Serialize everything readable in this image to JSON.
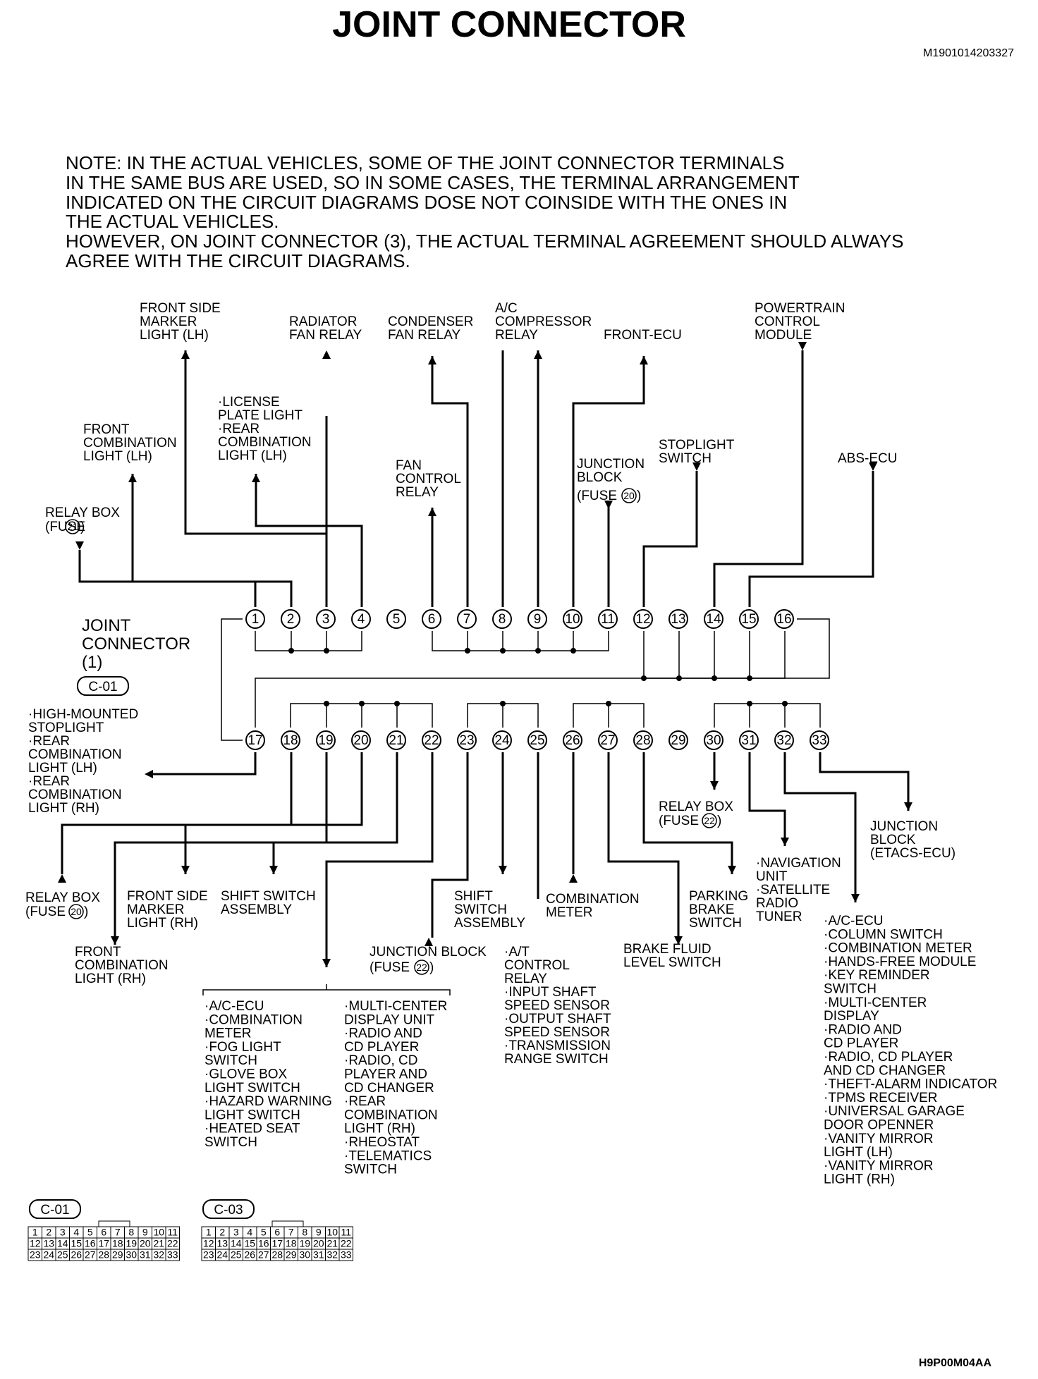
{
  "title": "JOINT CONNECTOR",
  "doc_code": "M1901014203327",
  "footer_code": "H9P00M04AA",
  "note_lines": [
    "NOTE:    IN THE ACTUAL VEHICLES, SOME OF THE JOINT CONNECTOR TERMINALS",
    "IN THE SAME BUS ARE USED, SO IN SOME CASES, THE TERMINAL ARRANGEMENT",
    "INDICATED ON THE CIRCUIT DIAGRAMS DOSE NOT COINSIDE WITH THE ONES IN",
    "THE ACTUAL VEHICLES.",
    "HOWEVER, ON JOINT CONNECTOR (3), THE ACTUAL TERMINAL AGREEMENT SHOULD ALWAYS",
    "AGREE WITH THE CIRCUIT DIAGRAMS."
  ],
  "joint_label": [
    "JOINT",
    "CONNECTOR",
    "(1)"
  ],
  "connector_tag": "C-01",
  "top_pins": [
    "1",
    "2",
    "3",
    "4",
    "5",
    "6",
    "7",
    "8",
    "9",
    "10",
    "11",
    "12",
    "13",
    "14",
    "15",
    "16"
  ],
  "bottom_pins": [
    "17",
    "18",
    "19",
    "20",
    "21",
    "22",
    "23",
    "24",
    "25",
    "26",
    "27",
    "28",
    "29",
    "30",
    "31",
    "32",
    "33"
  ],
  "labels": {
    "front_side_marker_lh": [
      "FRONT SIDE",
      "MARKER",
      "LIGHT (LH)"
    ],
    "radiator_fan_relay": [
      "RADIATOR",
      "FAN RELAY"
    ],
    "condenser_fan_relay": [
      "CONDENSER",
      "FAN RELAY"
    ],
    "ac_compressor_relay": [
      "A/C",
      "COMPRESSOR",
      "RELAY"
    ],
    "front_ecu": [
      "FRONT-ECU"
    ],
    "pcm": [
      "POWERTRAIN",
      "CONTROL",
      "MODULE"
    ],
    "license_plate": [
      "·LICENSE",
      " PLATE LIGHT",
      "·REAR",
      " COMBINATION",
      " LIGHT (LH)"
    ],
    "front_comb_lh": [
      "FRONT",
      "COMBINATION",
      "LIGHT (LH)"
    ],
    "relay_box_21": [
      "RELAY BOX",
      "(FUSE",
      "21",
      ")"
    ],
    "fan_control_relay": [
      "FAN",
      "CONTROL",
      "RELAY"
    ],
    "junction_block_20": [
      "JUNCTION",
      "BLOCK",
      "(FUSE",
      "20",
      ")"
    ],
    "stoplight_switch": [
      "STOPLIGHT",
      "SWITCH"
    ],
    "abs_ecu": [
      "ABS-ECU"
    ],
    "high_mounted": [
      "·HIGH-MOUNTED",
      " STOPLIGHT",
      "·REAR",
      " COMBINATION",
      " LIGHT (LH)",
      "·REAR",
      " COMBINATION",
      " LIGHT (RH)"
    ],
    "relay_box_20": [
      "RELAY BOX",
      "(FUSE",
      "20",
      ")"
    ],
    "front_side_marker_rh": [
      "FRONT SIDE",
      "MARKER",
      "LIGHT (RH)"
    ],
    "shift_switch_1": [
      "SHIFT SWITCH",
      "ASSEMBLY"
    ],
    "front_comb_rh": [
      "FRONT",
      "COMBINATION",
      "LIGHT (RH)"
    ],
    "junction_block_22": [
      "JUNCTION BLOCK",
      "(FUSE",
      "22",
      ")"
    ],
    "shift_switch_2": [
      "SHIFT",
      "SWITCH",
      "ASSEMBLY"
    ],
    "combination_meter": [
      "COMBINATION",
      "METER"
    ],
    "at_control": [
      "·A/T",
      " CONTROL",
      " RELAY",
      "·INPUT SHAFT",
      " SPEED SENSOR",
      "·OUTPUT SHAFT",
      " SPEED SENSOR",
      "·TRANSMISSION",
      " RANGE SWITCH"
    ],
    "brake_fluid": [
      "BRAKE FLUID",
      "LEVEL SWITCH"
    ],
    "parking_brake": [
      "PARKING",
      "BRAKE",
      "SWITCH"
    ],
    "relay_box_22": [
      "RELAY BOX",
      "(FUSE",
      "22",
      ")"
    ],
    "navigation": [
      "·NAVIGATION",
      " UNIT",
      "·SATELLITE",
      " RADIO",
      " TUNER"
    ],
    "junction_etacs": [
      "JUNCTION",
      "BLOCK",
      "(ETACS-ECU)"
    ],
    "group_left": [
      "·A/C-ECU",
      "·COMBINATION",
      " METER",
      "·FOG LIGHT",
      " SWITCH",
      "·GLOVE BOX",
      " LIGHT SWITCH",
      "·HAZARD WARNING",
      " LIGHT SWITCH",
      "·HEATED SEAT",
      " SWITCH"
    ],
    "group_right": [
      "·MULTI-CENTER",
      " DISPLAY UNIT",
      "·RADIO AND",
      " CD PLAYER",
      "·RADIO, CD",
      " PLAYER AND",
      " CD CHANGER",
      "·REAR",
      " COMBINATION",
      " LIGHT (RH)",
      "·RHEOSTAT",
      "·TELEMATICS",
      " SWITCH"
    ],
    "etacs_list": [
      "·A/C-ECU",
      "·COLUMN SWITCH",
      "·COMBINATION METER",
      "·HANDS-FREE MODULE",
      "·KEY REMINDER",
      " SWITCH",
      "·MULTI-CENTER",
      " DISPLAY",
      "·RADIO AND",
      " CD PLAYER",
      "·RADIO, CD PLAYER",
      " AND CD CHANGER",
      "·THEFT-ALARM INDICATOR",
      "·TPMS RECEIVER",
      "·UNIVERSAL GARAGE",
      " DOOR OPENNER",
      "·VANITY MIRROR",
      " LIGHT (LH)",
      "·VANITY MIRROR",
      " LIGHT (RH)"
    ]
  },
  "face_views": [
    {
      "tag": "C-01",
      "rows": [
        [
          "1",
          "2",
          "3",
          "4",
          "5",
          "6",
          "7",
          "8",
          "9",
          "10",
          "11"
        ],
        [
          "12",
          "13",
          "14",
          "15",
          "16",
          "17",
          "18",
          "19",
          "20",
          "21",
          "22"
        ],
        [
          "23",
          "24",
          "25",
          "26",
          "27",
          "28",
          "29",
          "30",
          "31",
          "32",
          "33"
        ]
      ]
    },
    {
      "tag": "C-03",
      "rows": [
        [
          "1",
          "2",
          "3",
          "4",
          "5",
          "6",
          "7",
          "8",
          "9",
          "10",
          "11"
        ],
        [
          "12",
          "13",
          "14",
          "15",
          "16",
          "17",
          "18",
          "19",
          "20",
          "21",
          "22"
        ],
        [
          "23",
          "24",
          "25",
          "26",
          "27",
          "28",
          "29",
          "30",
          "31",
          "32",
          "33"
        ]
      ]
    }
  ]
}
